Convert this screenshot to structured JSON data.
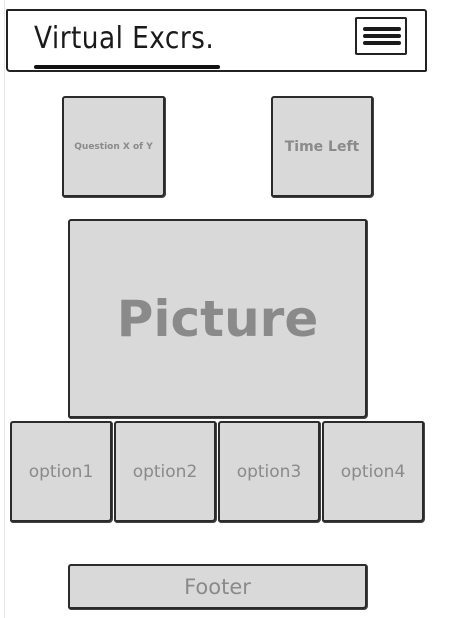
{
  "header": {
    "brand": "Virtual Excrs.",
    "menu_icon": "hamburger-menu-icon"
  },
  "quiz": {
    "question_counter": "Question X of Y",
    "timer": "Time Left",
    "picture_label": "Picture"
  },
  "options": [
    {
      "label": "option1"
    },
    {
      "label": "option2"
    },
    {
      "label": "option3"
    },
    {
      "label": "option4"
    }
  ],
  "footer": {
    "label": "Footer"
  },
  "colors": {
    "placeholder_fill": "#d9d9d9",
    "placeholder_text": "#8a8a8a",
    "outline": "#2b2b2b"
  }
}
